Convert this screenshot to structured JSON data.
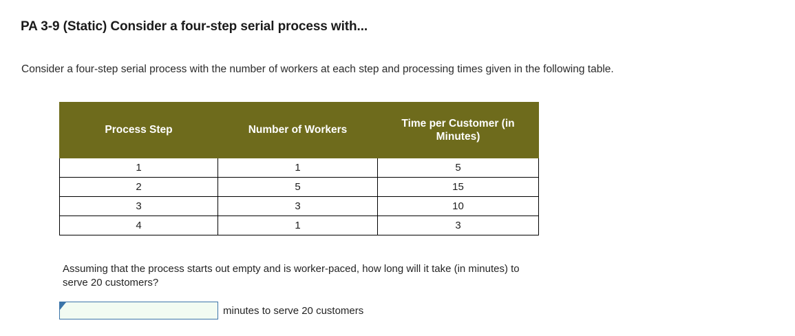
{
  "question": {
    "title": "PA 3-9 (Static) Consider a four-step serial process with...",
    "intro": "Consider a four-step serial process with the number of workers at each step and processing times given in the following table.",
    "sub_question": "Assuming that the process starts out empty and is worker-paced, how long will it take (in minutes) to serve 20 customers?"
  },
  "table": {
    "header_bg": "#6e6b1c",
    "columns": [
      "Process Step",
      "Number of Workers",
      "Time per Customer (in Minutes)"
    ],
    "rows": [
      {
        "step": "1",
        "workers": "1",
        "time": "5"
      },
      {
        "step": "2",
        "workers": "5",
        "time": "15"
      },
      {
        "step": "3",
        "workers": "3",
        "time": "10"
      },
      {
        "step": "4",
        "workers": "1",
        "time": "3"
      }
    ]
  },
  "answer": {
    "value": "",
    "placeholder": "",
    "unit_label": "minutes to serve 20 customers",
    "border_color": "#3b74a8",
    "field_bg": "#f2fbf2"
  }
}
